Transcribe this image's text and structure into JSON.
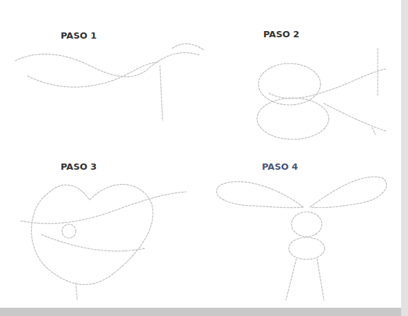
{
  "diagram": {
    "labels": [
      "PASO 1",
      "PASO 2",
      "PASO 3",
      "PASO 4"
    ]
  }
}
